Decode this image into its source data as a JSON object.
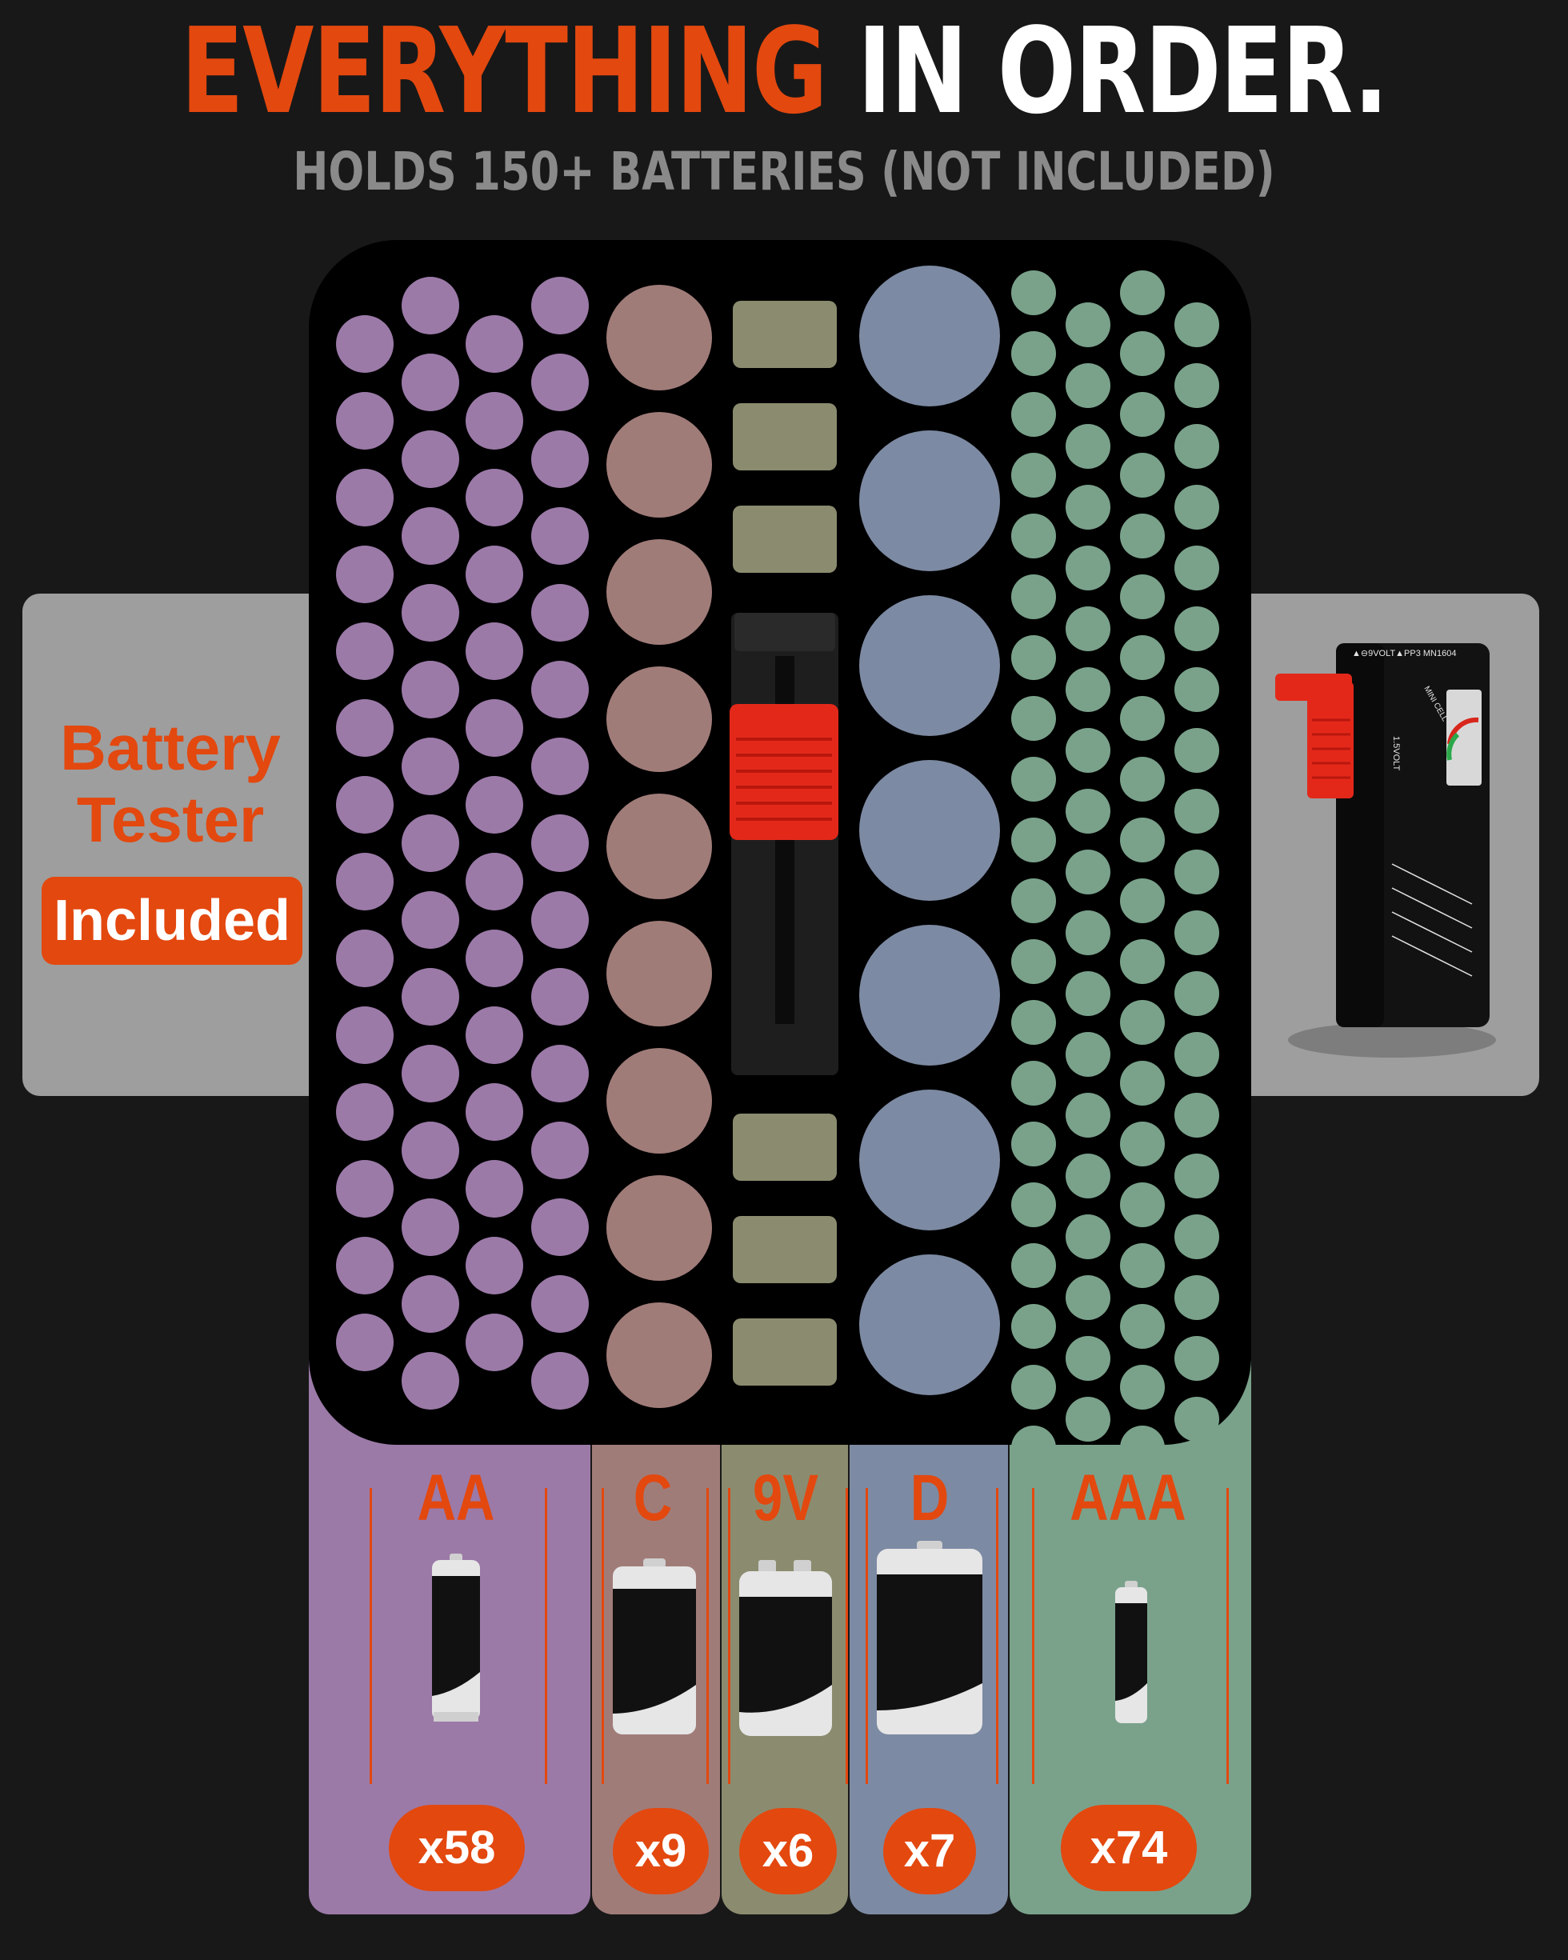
{
  "headline": {
    "word1": "EVERYTHING",
    "word2": "IN ORDER."
  },
  "subheadline": "HOLDS 150+ BATTERIES (NOT INCLUDED)",
  "tester": {
    "title_line1": "Battery",
    "title_line2": "Tester",
    "badge": "Included"
  },
  "tester_device": {
    "top_label": "▲⊖9VOLT▲PP3 MN1604",
    "side_label": "1.5VOLT",
    "mini_label": "MINI CELL"
  },
  "columns": [
    {
      "label": "AA",
      "count": "x58",
      "color": "#9b7aa8"
    },
    {
      "label": "C",
      "count": "x9",
      "color": "#a07c79"
    },
    {
      "label": "9V",
      "count": "x6",
      "color": "#8b8c6f"
    },
    {
      "label": "D",
      "count": "x7",
      "color": "#7d8aa3"
    },
    {
      "label": "AAA",
      "count": "x74",
      "color": "#7aa28b"
    }
  ],
  "colors": {
    "accent": "#e3480f",
    "background": "#181818",
    "tray": "#000000",
    "side_panel": "#9e9e9e"
  }
}
